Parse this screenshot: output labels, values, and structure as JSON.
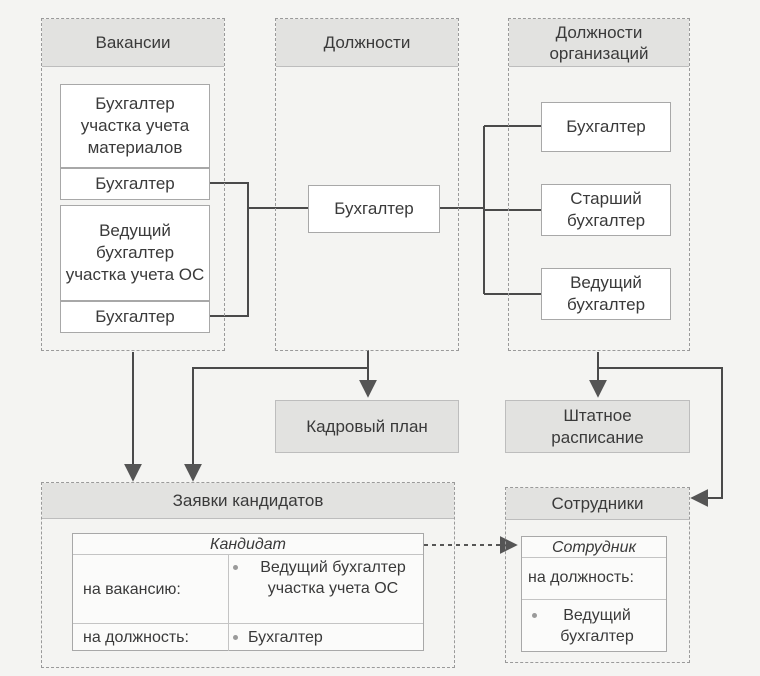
{
  "panels": {
    "vacancies": {
      "title": "Вакансии",
      "items": [
        "Бухгалтер участка учета материалов",
        "Бухгалтер",
        "Ведущий бухгалтер участка учета ОС",
        "Бухгалтер"
      ]
    },
    "positions": {
      "title": "Должности",
      "items": [
        "Бухгалтер"
      ]
    },
    "org_positions": {
      "title": "Должности организаций",
      "items": [
        "Бухгалтер",
        "Старший бухгалтер",
        "Ведущий бухгалтер"
      ]
    },
    "hr_plan": {
      "title": "Кадровый план"
    },
    "staff_schedule": {
      "title": "Штатное расписание"
    },
    "candidate_requests": {
      "title": "Заявки кандидатов",
      "record_title": "Кандидат",
      "rows": [
        {
          "label": "на вакансию:",
          "value": "Ведущий бухгалтер участка учета ОС"
        },
        {
          "label": "на должность:",
          "value": "Бухгалтер"
        }
      ]
    },
    "employees": {
      "title": "Сотрудники",
      "record_title": "Сотрудник",
      "label": "на должность:",
      "value": "Ведущий бухгалтер"
    }
  }
}
